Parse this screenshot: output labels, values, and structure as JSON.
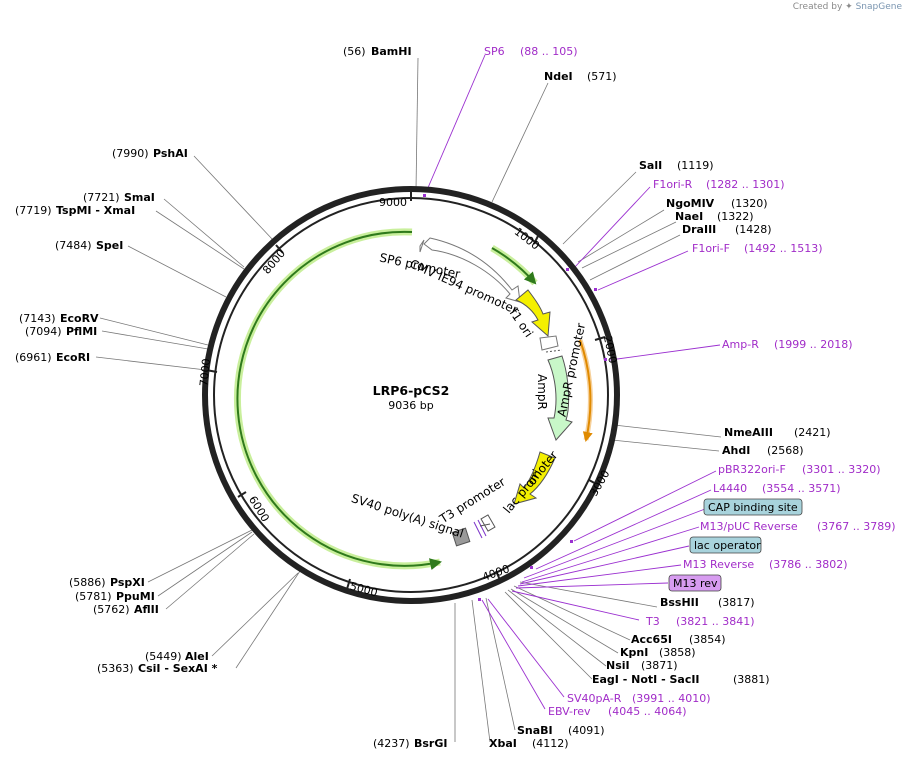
{
  "credit": {
    "prefix": "Created by",
    "brand": "SnapGene"
  },
  "plasmid": {
    "name": "LRP6-pCS2",
    "length": "9036 bp"
  },
  "ticks": [
    "1000",
    "2000",
    "3000",
    "4000",
    "5000",
    "6000",
    "7000",
    "8000",
    "9000"
  ],
  "enzymes": [
    {
      "id": "bamhi",
      "pos": "(56)",
      "name": "BamHI"
    },
    {
      "id": "ndei",
      "pos": "(571)",
      "name": "NdeI"
    },
    {
      "id": "sali",
      "pos": "(1119)",
      "name": "SalI"
    },
    {
      "id": "ngomiv",
      "pos": "(1320)",
      "name": "NgoMIV"
    },
    {
      "id": "naei",
      "pos": "(1322)",
      "name": "NaeI"
    },
    {
      "id": "draiii",
      "pos": "(1428)",
      "name": "DraIII"
    },
    {
      "id": "nmeaiii",
      "pos": "(2421)",
      "name": "NmeAIII"
    },
    {
      "id": "ahdi",
      "pos": "(2568)",
      "name": "AhdI"
    },
    {
      "id": "psshii",
      "pos": "(3817)",
      "name": "BssHII"
    },
    {
      "id": "acc65i",
      "pos": "(3854)",
      "name": "Acc65I"
    },
    {
      "id": "kpni",
      "pos": "(3858)",
      "name": "KpnI"
    },
    {
      "id": "nsii",
      "pos": "(3871)",
      "name": "NsiI"
    },
    {
      "id": "eagi",
      "pos": "(3881)",
      "name": "EagI - NotI - SacII"
    },
    {
      "id": "snabi",
      "pos": "(4091)",
      "name": "SnaBI"
    },
    {
      "id": "xbai",
      "pos": "(4112)",
      "name": "XbaI"
    },
    {
      "id": "bsrgi",
      "pos": "(4237)",
      "name": "BsrGI"
    },
    {
      "id": "alei",
      "pos": "(5449)",
      "name": "AleI"
    },
    {
      "id": "csii",
      "pos": "(5363)",
      "name": "CsiI - SexAI *"
    },
    {
      "id": "psPxi",
      "pos": "(5886)",
      "name": "PspXI"
    },
    {
      "id": "ppumi",
      "pos": "(5781)",
      "name": "PpuMI"
    },
    {
      "id": "aflii",
      "pos": "(5762)",
      "name": "AflII"
    },
    {
      "id": "ecori",
      "pos": "(6961)",
      "name": "EcoRI"
    },
    {
      "id": "ecorv",
      "pos": "(7143)",
      "name": "EcoRV"
    },
    {
      "id": "pflmi",
      "pos": "(7094)",
      "name": "PflMI"
    },
    {
      "id": "spei",
      "pos": "(7484)",
      "name": "SpeI"
    },
    {
      "id": "smai",
      "pos": "(7721)",
      "name": "SmaI"
    },
    {
      "id": "tspmi",
      "pos": "(7719)",
      "name": "TspMI - XmaI"
    },
    {
      "id": "pshai",
      "pos": "(7990)",
      "name": "PshAI"
    }
  ],
  "primers": [
    {
      "id": "sp6",
      "name": "SP6",
      "range": "(88 .. 105)"
    },
    {
      "id": "f1ori-r",
      "name": "F1ori-R",
      "range": "(1282 .. 1301)"
    },
    {
      "id": "f1ori-f",
      "name": "F1ori-F",
      "range": "(1492 .. 1513)"
    },
    {
      "id": "amp-r",
      "name": "Amp-R",
      "range": "(1999 .. 2018)"
    },
    {
      "id": "pbr322",
      "name": "pBR322ori-F",
      "range": "(3301 .. 3320)"
    },
    {
      "id": "l4440",
      "name": "L4440",
      "range": "(3554 .. 3571)"
    },
    {
      "id": "m13puc",
      "name": "M13/pUC Reverse",
      "range": "(3767 .. 3789)"
    },
    {
      "id": "m13rev-p",
      "name": "M13 Reverse",
      "range": "(3786 .. 3802)"
    },
    {
      "id": "t3",
      "name": "T3",
      "range": "(3821 .. 3841)"
    },
    {
      "id": "sv40pa",
      "name": "SV40pA-R",
      "range": "(3991 .. 4010)"
    },
    {
      "id": "ebv",
      "name": "EBV-rev",
      "range": "(4045 .. 4064)"
    }
  ],
  "boxed_labels": [
    {
      "id": "cap",
      "text": "CAP binding site",
      "color": "#a8d3dc"
    },
    {
      "id": "lacop",
      "text": "lac operator",
      "color": "#a8d3dc"
    },
    {
      "id": "m13rev",
      "text": "M13 rev",
      "color": "#d79cf0"
    }
  ],
  "features": [
    {
      "id": "sp6-promoter",
      "text": "SP6 promoter"
    },
    {
      "id": "cmv",
      "text": "CMV IE94 promoter"
    },
    {
      "id": "f1ori",
      "text": "f1 ori"
    },
    {
      "id": "ampr",
      "text": "AmpR"
    },
    {
      "id": "ampr-promoter",
      "text": "AmpR promoter"
    },
    {
      "id": "ori",
      "text": "ori"
    },
    {
      "id": "lac-promoter",
      "text": "lac promoter"
    },
    {
      "id": "t3-promoter",
      "text": "T3 promoter"
    },
    {
      "id": "sv40",
      "text": "SV40 poly(A) signal"
    }
  ],
  "colors": {
    "backbone": "#222222",
    "insert": "#2f7a1c",
    "insert_glow": "#c9ef9c",
    "f1ori": "#f4f000",
    "ampr": "#c8f7c8",
    "amp_r_primer": "#e08a00",
    "primer": "#a12cc8",
    "promoter": "#ffffff",
    "polyA": "#9a9a9a"
  }
}
